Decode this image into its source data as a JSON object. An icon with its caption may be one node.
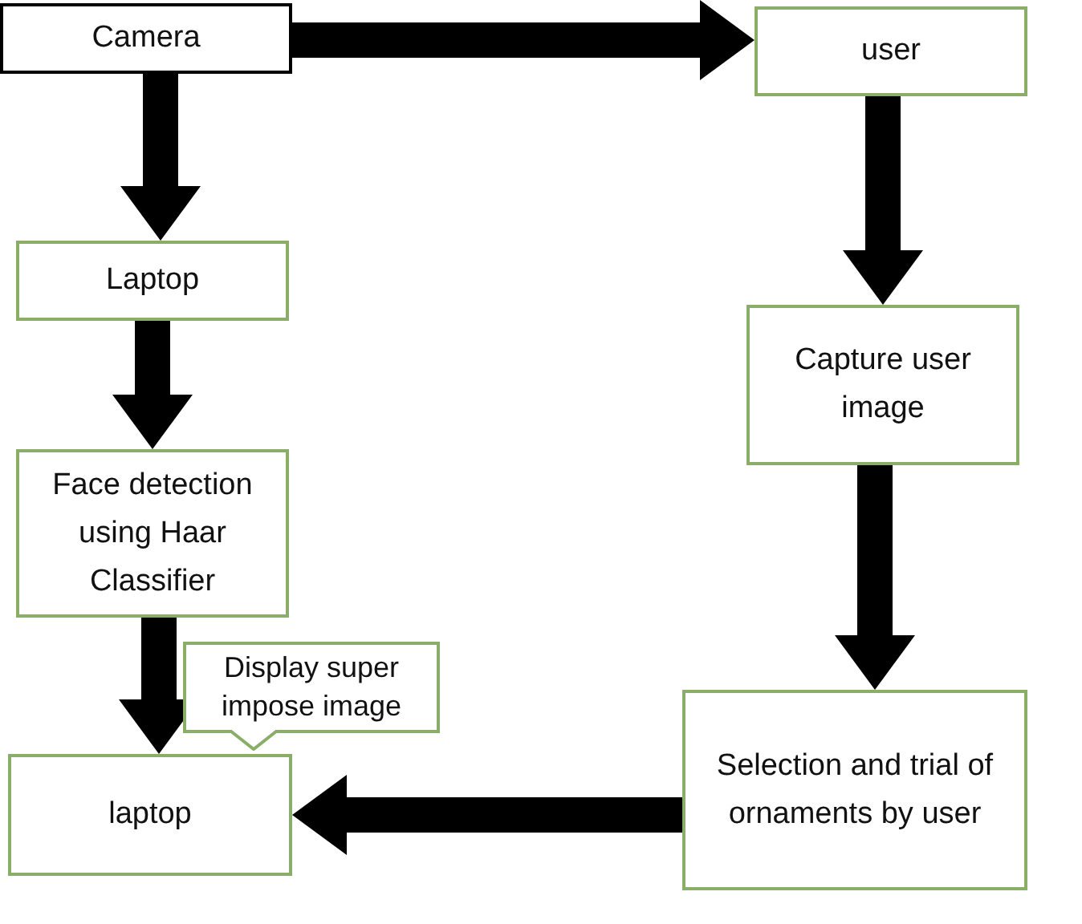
{
  "diagram": {
    "nodes": [
      {
        "text": [
          "Camera"
        ]
      },
      {
        "text": [
          "user"
        ]
      },
      {
        "text": [
          "Laptop"
        ]
      },
      {
        "text": [
          "Capture user image"
        ]
      },
      {
        "text": [
          "Face detection using Haar Classifier"
        ]
      },
      {
        "text": [
          "Display super impose image"
        ]
      },
      {
        "text": [
          "laptop"
        ]
      },
      {
        "text": [
          "Selection and trial of ornaments by user"
        ]
      }
    ],
    "edges": [
      {
        "from": 0,
        "to": 1,
        "arrow": "to"
      },
      {
        "from": 0,
        "to": 2,
        "arrow": "to"
      },
      {
        "from": 2,
        "to": 4,
        "arrow": "to"
      },
      {
        "from": 4,
        "to": 6,
        "arrow": "to"
      },
      {
        "from": 1,
        "to": 3,
        "arrow": "to"
      },
      {
        "from": 3,
        "to": 7,
        "arrow": "to"
      },
      {
        "from": 7,
        "to": 6,
        "arrow": "to"
      }
    ]
  }
}
